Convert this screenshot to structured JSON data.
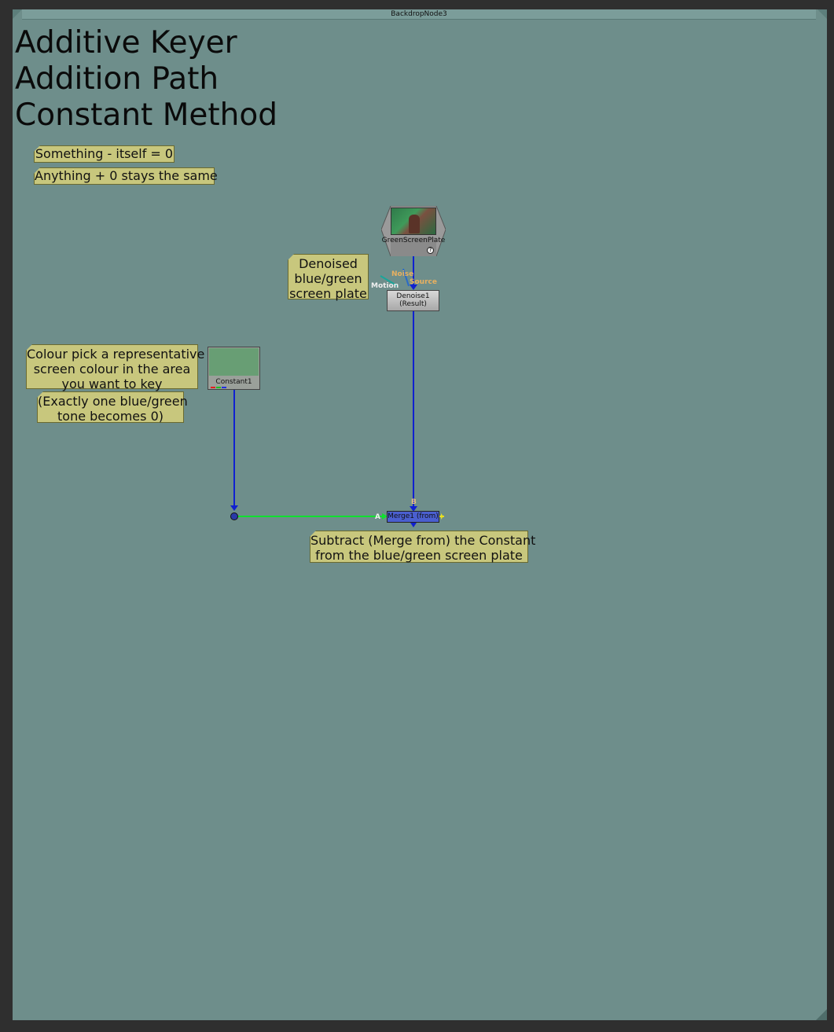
{
  "backdrop": {
    "title": "BackdropNode3"
  },
  "title_lines": [
    "Additive Keyer",
    "Addition Path",
    "Constant Method"
  ],
  "stickies": {
    "rule1": "Something - itself = 0",
    "rule2": "Anything + 0 stays the same",
    "denoised": [
      "Denoised",
      "blue/green",
      "screen plate"
    ],
    "colour_pick": [
      "Colour pick a representative",
      "screen colour in the area",
      "you want to key"
    ],
    "exactly": [
      "(Exactly one blue/green",
      "tone becomes 0)"
    ],
    "subtract": [
      "Subtract (Merge from) the Constant",
      "from the blue/green screen plate"
    ]
  },
  "nodes": {
    "read": {
      "label": "GreenScreenPlate"
    },
    "denoise": {
      "label": "Denoise1",
      "sublabel": "(Result)"
    },
    "constant": {
      "label": "Constant1"
    },
    "merge": {
      "label": "Merge1 (from)"
    }
  },
  "pins": {
    "noise": "Noise",
    "source": "Source",
    "motion": "Motion",
    "b": "B",
    "a": "A"
  },
  "colors": {
    "backdrop": "#6e8e8b",
    "sticky": "#c8c77d",
    "pipe_blue": "#1020d0",
    "pipe_green": "#10e030",
    "merge_node": "#4a5fd0",
    "constant_swatch": "#689e74"
  }
}
